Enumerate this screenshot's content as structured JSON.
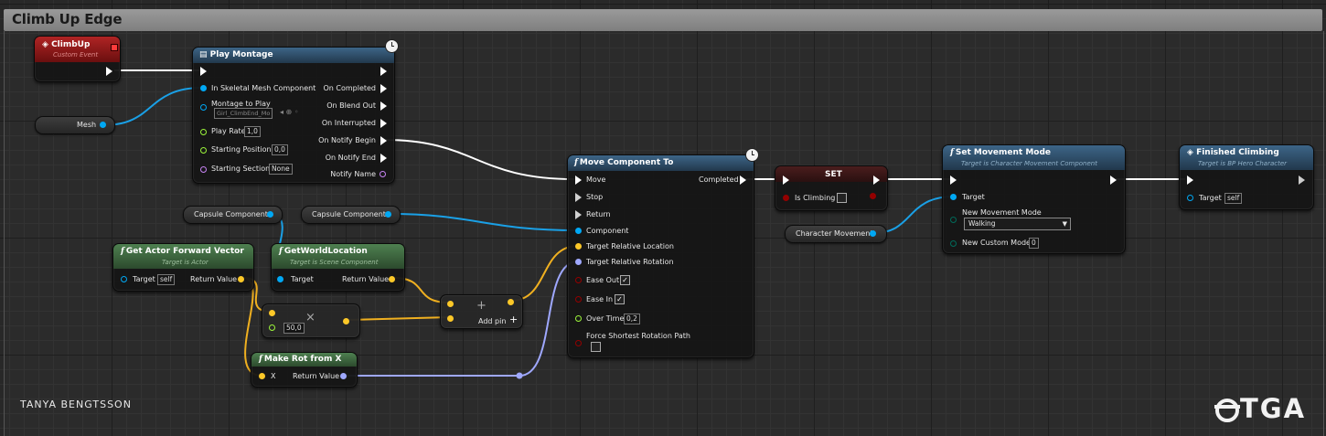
{
  "graph": {
    "comment_title": "Climb Up Edge",
    "author": "TANYA BENGTSSON",
    "logo_text": "TGA",
    "colors": {
      "exec": "#ffffff",
      "object": "#00a8f4",
      "vector": "#fdc828",
      "rotator": "#9fa8ff",
      "float": "#9cf53b",
      "name": "#c884f5",
      "bool": "#940000",
      "byte": "#006b5a",
      "event_header": "#8a1818",
      "function_header": "#33526f",
      "pure_header": "#3f6b3f"
    }
  },
  "nodes": {
    "climbup": {
      "title": "ClimbUp",
      "subtitle": "Custom Event"
    },
    "mesh": {
      "label": "Mesh"
    },
    "play_montage": {
      "title": "Play Montage",
      "in_skeletal": "In Skeletal Mesh Component",
      "montage_label": "Montage to Play",
      "montage_value": "Girl_ClimbEnd_Mo",
      "play_rate_label": "Play Rate",
      "play_rate_value": "1,0",
      "start_pos_label": "Starting Position",
      "start_pos_value": "0,0",
      "start_sec_label": "Starting Section",
      "start_sec_value": "None",
      "on_completed": "On Completed",
      "on_blend_out": "On Blend Out",
      "on_interrupted": "On Interrupted",
      "on_notify_begin": "On Notify Begin",
      "on_notify_end": "On Notify End",
      "notify_name": "Notify Name"
    },
    "capsule1": {
      "label": "Capsule Component"
    },
    "capsule2": {
      "label": "Capsule Component"
    },
    "get_fwd": {
      "title": "Get Actor Forward Vector",
      "subtitle": "Target is Actor",
      "target": "Target",
      "target_value": "self",
      "ret": "Return Value"
    },
    "get_world": {
      "title": "GetWorldLocation",
      "subtitle": "Target is Scene Component",
      "target": "Target",
      "ret": "Return Value"
    },
    "multiply": {
      "value": "50,0",
      "op": "×"
    },
    "add": {
      "add_pin": "Add pin",
      "op": "+"
    },
    "make_rot": {
      "title": "Make Rot from X",
      "x": "X",
      "ret": "Return Value"
    },
    "move_comp": {
      "title": "Move Component To",
      "move": "Move",
      "stop": "Stop",
      "ret": "Return",
      "completed": "Completed",
      "component": "Component",
      "target_loc": "Target Relative Location",
      "target_rot": "Target Relative Rotation",
      "ease_out": "Ease Out",
      "ease_in": "Ease In",
      "over_time": "Over Time",
      "over_time_value": "0,2",
      "force_shortest": "Force Shortest Rotation Path",
      "check": "✓"
    },
    "set": {
      "title": "SET",
      "is_climbing": "Is Climbing"
    },
    "char_move": {
      "label": "Character Movement"
    },
    "set_move_mode": {
      "title": "Set Movement Mode",
      "subtitle": "Target is Character Movement Component",
      "target": "Target",
      "new_mode": "New Movement Mode",
      "new_mode_value": "Walking",
      "custom_mode": "New Custom Mode",
      "custom_mode_value": "0"
    },
    "finished": {
      "title": "Finished Climbing",
      "subtitle": "Target is BP Hero Character",
      "target": "Target",
      "target_value": "self"
    }
  }
}
